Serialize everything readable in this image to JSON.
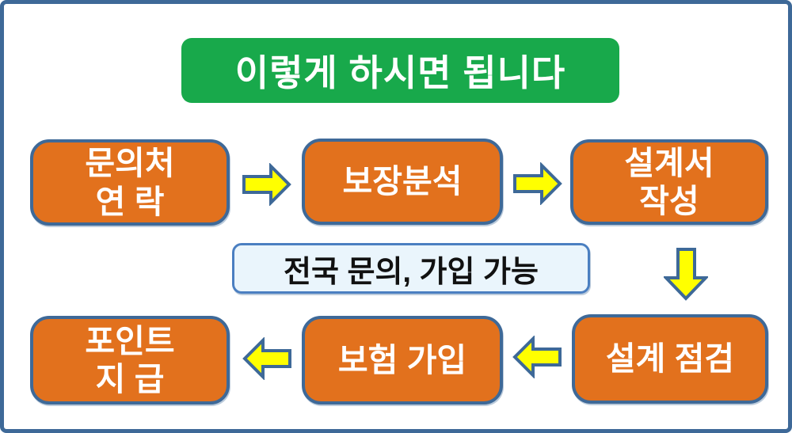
{
  "banner": {
    "label": "이렇게 하시면 됩니다",
    "background": "#18A94B",
    "text_color": "#FFFFFF"
  },
  "steps": {
    "inquiry_contact": {
      "lines": [
        "문의처",
        "연 락"
      ]
    },
    "coverage_analysis": {
      "lines": [
        "보장분석"
      ]
    },
    "proposal_writing": {
      "lines": [
        "설계서",
        "작성"
      ]
    },
    "design_check": {
      "lines": [
        "설계 점검"
      ]
    },
    "insurance_signup": {
      "lines": [
        "보험 가입"
      ]
    },
    "point_payment": {
      "lines": [
        "포인트",
        "지 급"
      ]
    }
  },
  "note": {
    "label": "전국 문의, 가입 가능",
    "background": "#EAF5FC",
    "border_color": "#4B7FC1"
  },
  "colors": {
    "frame_border": "#3E6998",
    "step_fill": "#E2711D",
    "step_border": "#3E6998",
    "step_text": "#FFFFFF",
    "arrow_fill": "#FFFF00",
    "arrow_stroke": "#3E6998"
  }
}
